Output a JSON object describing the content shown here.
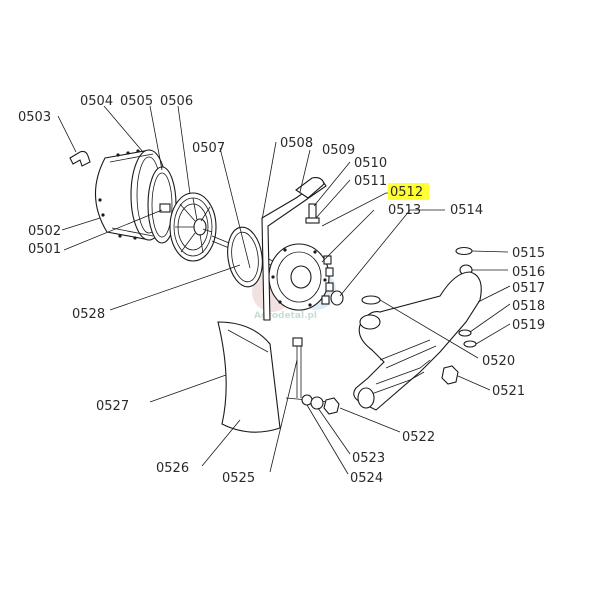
{
  "diagram": {
    "highlight_color": "#ffff33",
    "line_color": "#1a1a1a",
    "label_color": "#2a2a2a",
    "watermark_text": "Agrodetal.pl",
    "labels": [
      {
        "id": "0503",
        "text": "0503"
      },
      {
        "id": "0504",
        "text": "0504"
      },
      {
        "id": "0505",
        "text": "0505"
      },
      {
        "id": "0506",
        "text": "0506"
      },
      {
        "id": "0502",
        "text": "0502"
      },
      {
        "id": "0501",
        "text": "0501"
      },
      {
        "id": "0507",
        "text": "0507"
      },
      {
        "id": "0508",
        "text": "0508"
      },
      {
        "id": "0509",
        "text": "0509"
      },
      {
        "id": "0510",
        "text": "0510"
      },
      {
        "id": "0511",
        "text": "0511"
      },
      {
        "id": "0512",
        "text": "0512",
        "highlighted": true
      },
      {
        "id": "0513",
        "text": "0513"
      },
      {
        "id": "0514",
        "text": "0514"
      },
      {
        "id": "0515",
        "text": "0515"
      },
      {
        "id": "0516",
        "text": "0516"
      },
      {
        "id": "0517",
        "text": "0517"
      },
      {
        "id": "0518",
        "text": "0518"
      },
      {
        "id": "0519",
        "text": "0519"
      },
      {
        "id": "0520",
        "text": "0520"
      },
      {
        "id": "0521",
        "text": "0521"
      },
      {
        "id": "0522",
        "text": "0522"
      },
      {
        "id": "0523",
        "text": "0523"
      },
      {
        "id": "0524",
        "text": "0524"
      },
      {
        "id": "0525",
        "text": "0525"
      },
      {
        "id": "0526",
        "text": "0526"
      },
      {
        "id": "0527",
        "text": "0527"
      },
      {
        "id": "0528",
        "text": "0528"
      }
    ]
  }
}
